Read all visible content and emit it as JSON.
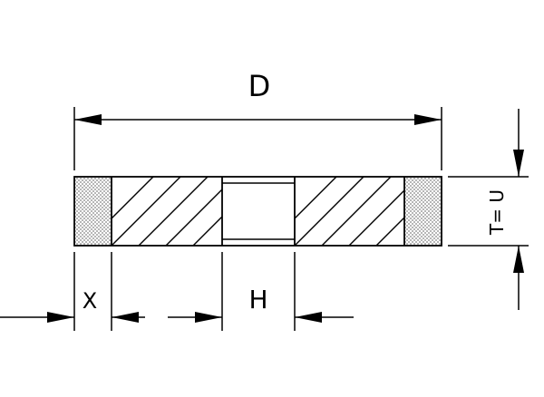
{
  "labels": {
    "diameter": "D",
    "hole": "H",
    "abrasive_width": "X",
    "thickness": "T= U"
  },
  "colors": {
    "line": "#000000",
    "background": "#ffffff"
  }
}
